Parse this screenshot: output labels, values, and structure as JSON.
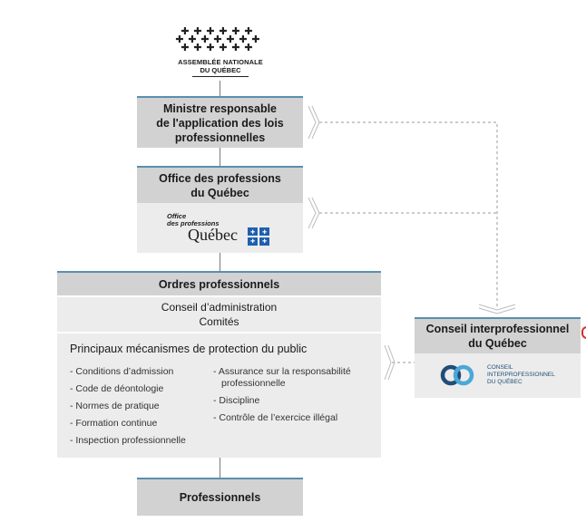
{
  "header": {
    "logo_line1": "ASSEMBLÉE NATIONALE",
    "logo_line2": "DU QUÉBEC"
  },
  "ministre": {
    "title_line1": "Ministre responsable",
    "title_line2": "de l'application des lois",
    "title_line3": "professionnelles"
  },
  "office": {
    "title_line1": "Office des professions",
    "title_line2": "du Québec",
    "logo_small1": "Office",
    "logo_small2": "des professions",
    "logo_big": "Québec"
  },
  "ordres": {
    "title": "Ordres professionnels",
    "sub_line1": "Conseil d’administration",
    "sub_line2": "Comités",
    "mech_title": "Principaux mécanismes de protection du public",
    "left_items": [
      "- Conditions d’admission",
      "- Code de déontologie",
      "- Normes de pratique",
      "- Formation continue",
      "- Inspection professionnelle"
    ],
    "right_item1_line1": "- Assurance sur la responsabilité",
    "right_item1_line2": "professionnelle",
    "right_item2": "- Discipline",
    "right_item3": "- Contrôle de l’exercice illégal"
  },
  "professionnels": {
    "title": "Professionnels"
  },
  "conseil": {
    "title_line1": "Conseil interprofessionnel",
    "title_line2": "du Québec",
    "logo_line1": "CONSEIL",
    "logo_line2": "INTERPROFESSIONNEL",
    "logo_line3": "DU QUÉBEC"
  },
  "colors": {
    "accent_line": "#5a8fb0",
    "box_gray": "#d2d2d2",
    "box_light": "#ececec",
    "cipq_blue_dark": "#1f4e79",
    "cipq_blue_light": "#4aa8d8",
    "quebec_blue": "#1f5fae"
  }
}
